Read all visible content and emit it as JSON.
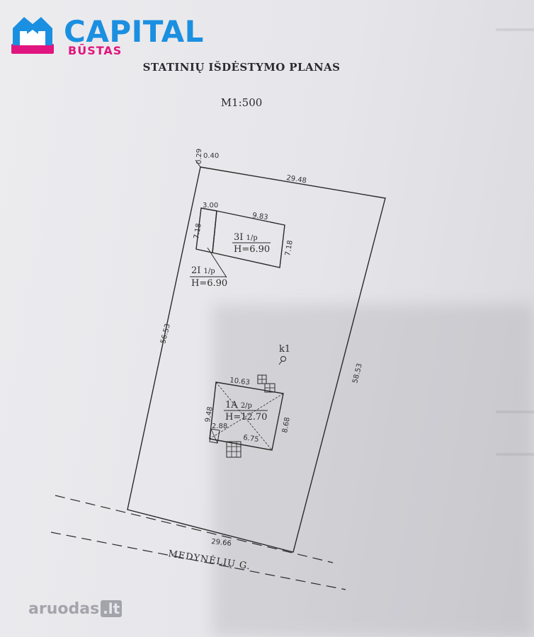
{
  "logo": {
    "name": "CAPITAL",
    "sub": "BŪSTAS",
    "colors": {
      "primary": "#1b8fe0",
      "accent": "#e0157f"
    }
  },
  "document": {
    "title": "STATINIŲ IŠDĖSTYMO PLANAS",
    "scale": "M1:500"
  },
  "plan": {
    "plot": {
      "top_offset_a": "0.40",
      "top_offset_b": "0.29",
      "top": "29.48",
      "left": "56.53",
      "right": "58.53",
      "bottom": "29.66"
    },
    "building_3i": {
      "width": "9.83",
      "height_left": "7.18",
      "height_right": "7.18",
      "code": "3I",
      "fraction": "1/p",
      "height_mark": "H=6.90"
    },
    "building_2i": {
      "width": "3.00",
      "code": "2I",
      "fraction": "1/p",
      "height_mark": "H=6.90"
    },
    "building_1a": {
      "width": "10.63",
      "height_left": "9.48",
      "height_right": "8.68",
      "inner_a": "2.88",
      "inner_b": "6.75",
      "code": "1A",
      "fraction": "2/p",
      "height_mark": "H=12.70"
    },
    "well": {
      "label": "k1"
    },
    "street": "MEDYNĖLIŲ G."
  },
  "watermark": {
    "text": "aruodas",
    "suffix": ".lt"
  }
}
